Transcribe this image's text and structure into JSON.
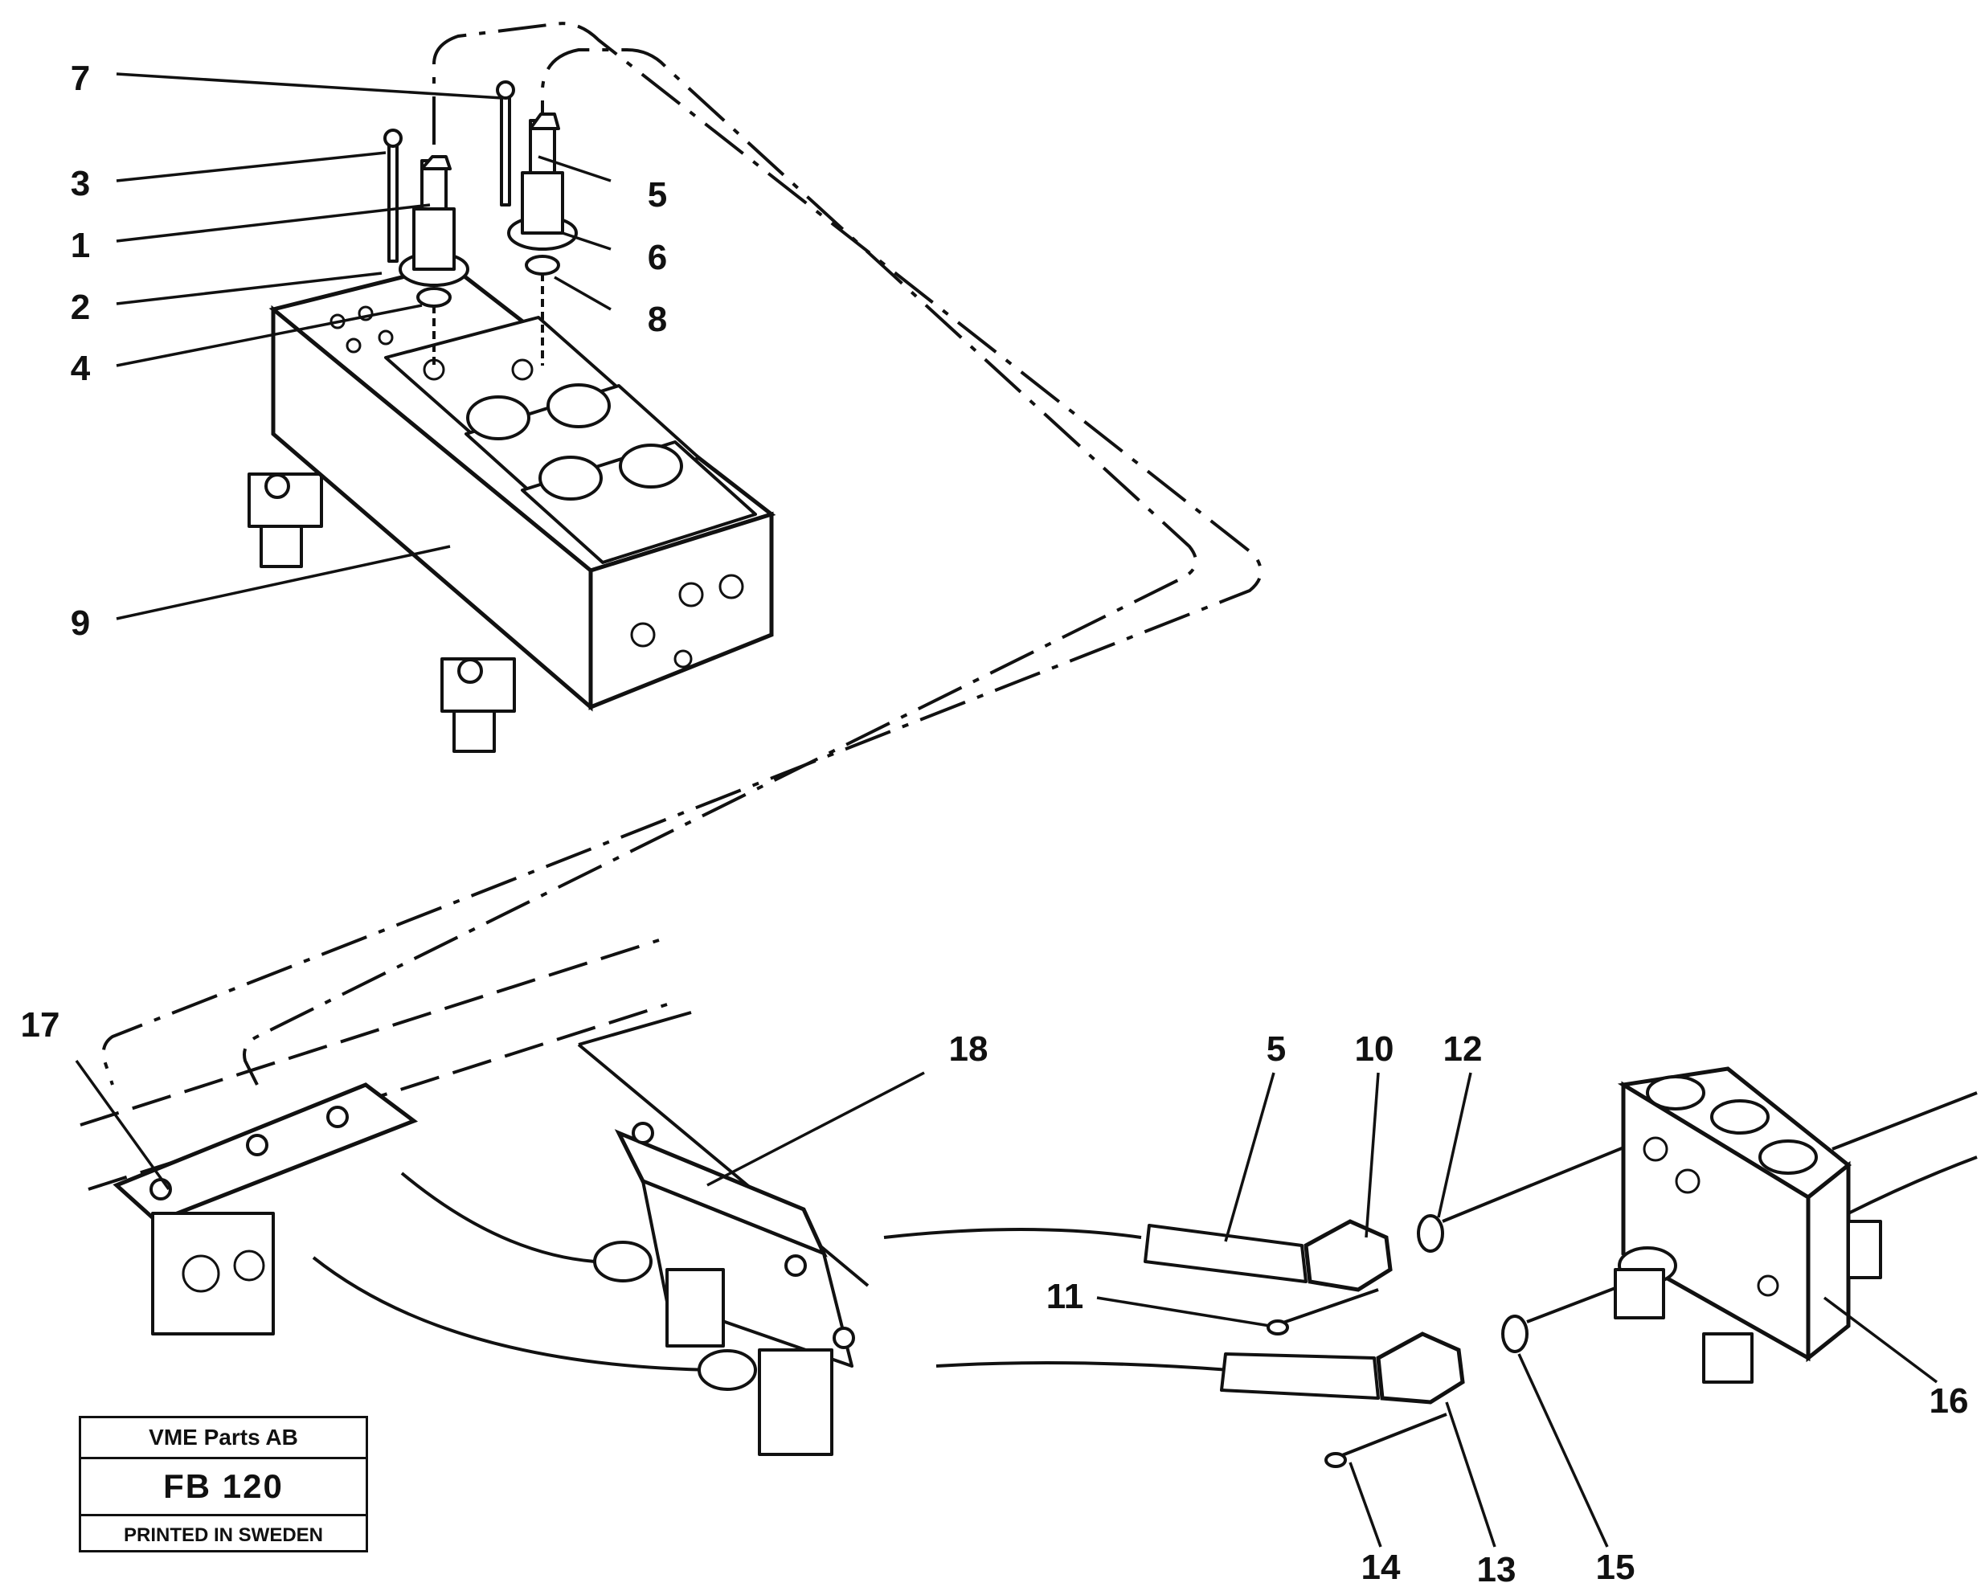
{
  "callouts": {
    "c7": "7",
    "c3": "3",
    "c1": "1",
    "c2": "2",
    "c4": "4",
    "c5_top": "5",
    "c6": "6",
    "c8": "8",
    "c9": "9",
    "c17": "17",
    "c18": "18",
    "c5_bottom": "5",
    "c10": "10",
    "c12": "12",
    "c11": "11",
    "c16": "16",
    "c14": "14",
    "c13": "13",
    "c15": "15"
  },
  "title_block": {
    "company": "VME Parts AB",
    "number": "FB 120",
    "printed": "PRINTED IN SWEDEN"
  }
}
